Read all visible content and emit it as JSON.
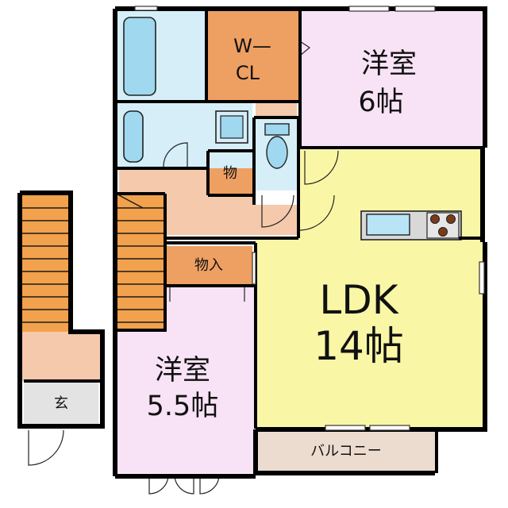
{
  "floor_plan": {
    "rooms": {
      "western_room_1": {
        "name": "洋室",
        "size": "6帖"
      },
      "western_room_2": {
        "name": "洋室",
        "size": "5.5帖"
      },
      "ldk": {
        "name": "LDK",
        "size": "14帖"
      },
      "walk_in_closet": {
        "line1": "W—",
        "line2": "CL"
      },
      "storage_small": {
        "name": "物"
      },
      "storage_in": {
        "name": "物入"
      },
      "balcony": {
        "name": "バルコニー"
      },
      "entrance": {
        "name": "玄"
      }
    },
    "colors": {
      "wall": "#000000",
      "western_room": "#f8e3f6",
      "ldk": "#f9f6a6",
      "closet": "#ee9f62",
      "hall": "#f4c9ac",
      "bath_area": "#d6eef8",
      "fixture": "#9fd8ef",
      "stairs": "#f2a14d",
      "balcony": "#ecdcd0",
      "entrance_floor": "#e3e3e3",
      "kitchen_counter": "#b8e4f6",
      "stove": "#7a3a1a"
    }
  }
}
